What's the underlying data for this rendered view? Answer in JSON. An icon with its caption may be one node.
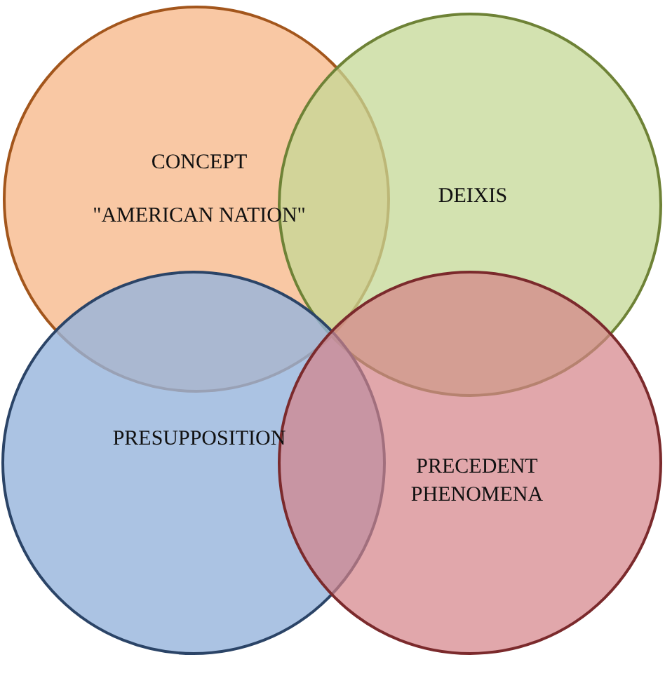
{
  "diagram": {
    "nodes": [
      {
        "text": [
          "CONCEPT",
          "\"AMERICAN NATION\""
        ]
      },
      {
        "text": [
          "DEIXIS"
        ]
      },
      {
        "text": [
          "PRESUPPOSITION"
        ]
      },
      {
        "text": [
          "PRECEDENT PHENOMENA"
        ]
      }
    ],
    "edges": []
  }
}
